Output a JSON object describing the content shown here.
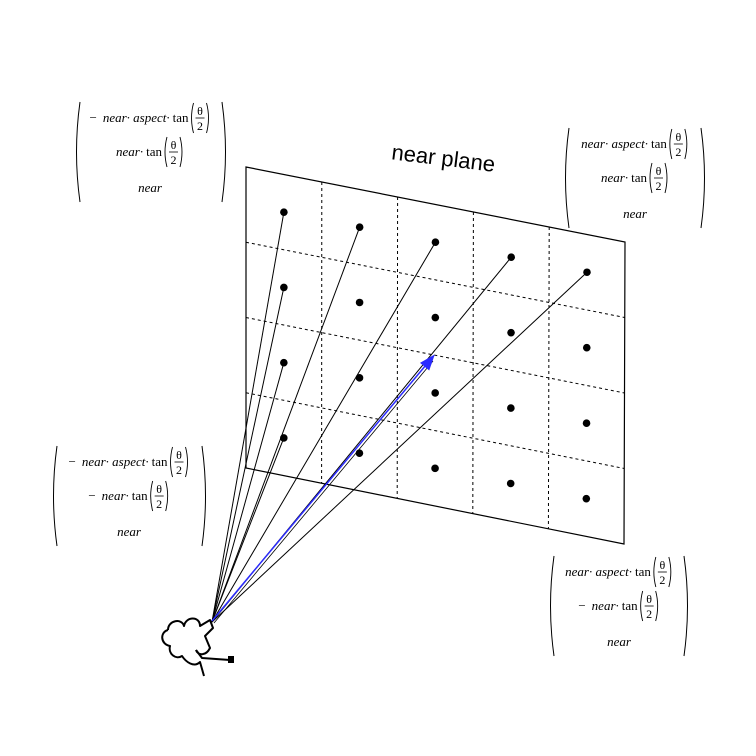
{
  "diagram": {
    "title": "near plane",
    "grid": {
      "cols": 5,
      "rows": 4
    },
    "matrices": {
      "top_left": {
        "rows": [
          {
            "sign": "−",
            "vars": "near· aspect·",
            "fn": "tan"
          },
          {
            "sign": "",
            "vars": "near·",
            "fn": "tan"
          },
          {
            "sign": "",
            "vars": "near",
            "fn": ""
          }
        ]
      },
      "top_right": {
        "rows": [
          {
            "sign": "",
            "vars": "near· aspect·",
            "fn": "tan"
          },
          {
            "sign": "",
            "vars": "near·",
            "fn": "tan"
          },
          {
            "sign": "",
            "vars": "near",
            "fn": ""
          }
        ]
      },
      "bottom_left": {
        "rows": [
          {
            "sign": "−",
            "vars": "near· aspect·",
            "fn": "tan"
          },
          {
            "sign": "−",
            "vars": "near·",
            "fn": "tan"
          },
          {
            "sign": "",
            "vars": "near",
            "fn": ""
          }
        ]
      },
      "bottom_right": {
        "rows": [
          {
            "sign": "",
            "vars": "near· aspect·",
            "fn": "tan"
          },
          {
            "sign": "−",
            "vars": "near·",
            "fn": "tan"
          },
          {
            "sign": "",
            "vars": "near",
            "fn": ""
          }
        ]
      }
    },
    "fraction": {
      "numerator": "θ",
      "denominator": "2"
    },
    "colors": {
      "line": "#000000",
      "ray_highlight": "#2a2aff"
    },
    "icons": [
      "camera-icon"
    ]
  }
}
